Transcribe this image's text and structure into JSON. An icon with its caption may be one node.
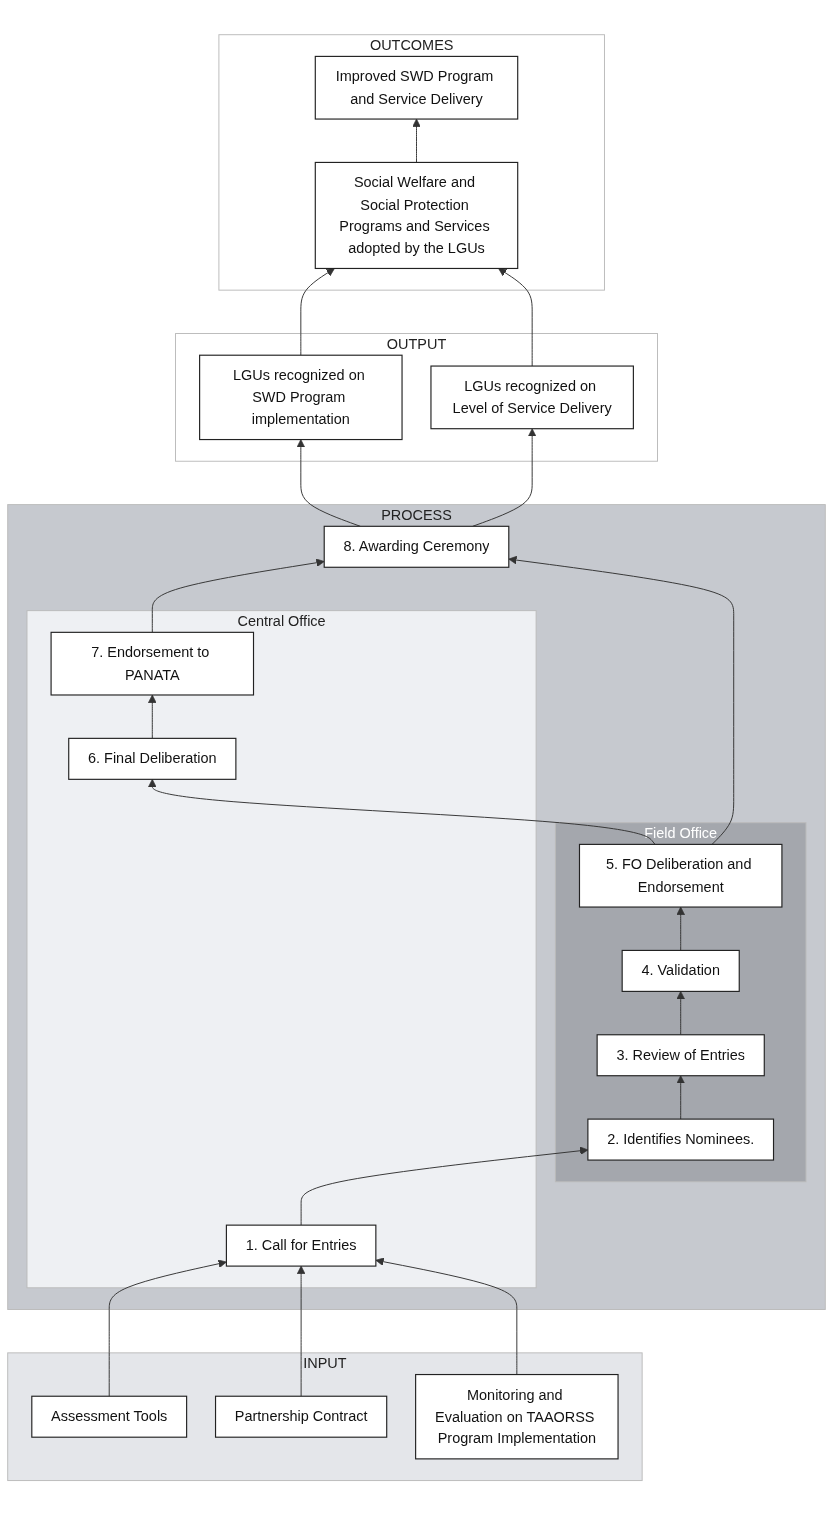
{
  "diagram": {
    "nodes": [
      {
        "text": [
          "INPUT"
        ]
      },
      {
        "text": [
          "Assessment Tools"
        ],
        "in": 0
      },
      {
        "text": [
          "Partnership Contract"
        ],
        "in": 0
      },
      {
        "text": [
          "Monitoring and Evaluation on TAAORSS Program Implementation"
        ],
        "in": 0
      },
      {
        "text": [
          "PROCESS"
        ]
      },
      {
        "text": [
          "Central Office"
        ],
        "in": 4
      },
      {
        "text": [
          "1. Call for Entries"
        ],
        "in": 5
      },
      {
        "text": [
          "6. Final Deliberation"
        ],
        "in": 5
      },
      {
        "text": [
          "7. Endorsement to PANATA"
        ],
        "in": 5
      },
      {
        "text": [
          "8. Awarding Ceremony"
        ],
        "in": 4
      },
      {
        "text": [
          "Field Office"
        ],
        "in": 4
      },
      {
        "text": [
          "2. Identifies Nominees."
        ],
        "in": 10
      },
      {
        "text": [
          "3. Review of Entries"
        ],
        "in": 10
      },
      {
        "text": [
          "4. Validation"
        ],
        "in": 10
      },
      {
        "text": [
          "5. FO Deliberation and Endorsement"
        ],
        "in": 10
      },
      {
        "text": [
          "OUTPUT"
        ]
      },
      {
        "text": [
          "LGUs recognized on SWD Program implementation"
        ],
        "in": 15
      },
      {
        "text": [
          "LGUs recognized on Level of Service Delivery"
        ],
        "in": 15
      },
      {
        "text": [
          "OUTCOMES"
        ]
      },
      {
        "text": [
          "Improved SWD Program and Service Delivery"
        ],
        "in": 18
      },
      {
        "text": [
          "Social Welfare and Social Protection Programs and Services adopted by the LGUs"
        ],
        "in": 18
      }
    ],
    "edges": [
      {
        "from": 1,
        "to": 6,
        "arrow": "to"
      },
      {
        "from": 2,
        "to": 6,
        "arrow": "to"
      },
      {
        "from": 3,
        "to": 6,
        "arrow": "to"
      },
      {
        "from": 6,
        "to": 11,
        "arrow": "to"
      },
      {
        "from": 11,
        "to": 12,
        "arrow": "to"
      },
      {
        "from": 12,
        "to": 13,
        "arrow": "to"
      },
      {
        "from": 13,
        "to": 14,
        "arrow": "to"
      },
      {
        "from": 14,
        "to": 7,
        "arrow": "to"
      },
      {
        "from": 7,
        "to": 8,
        "arrow": "to"
      },
      {
        "from": 8,
        "to": 9,
        "arrow": "to"
      },
      {
        "from": 14,
        "to": 9,
        "arrow": "to"
      },
      {
        "from": 9,
        "to": 16,
        "arrow": "to"
      },
      {
        "from": 9,
        "to": 17,
        "arrow": "to"
      },
      {
        "from": 16,
        "to": 20,
        "arrow": "to"
      },
      {
        "from": 17,
        "to": 20,
        "arrow": "to"
      },
      {
        "from": 20,
        "to": 19,
        "arrow": "to"
      }
    ]
  }
}
